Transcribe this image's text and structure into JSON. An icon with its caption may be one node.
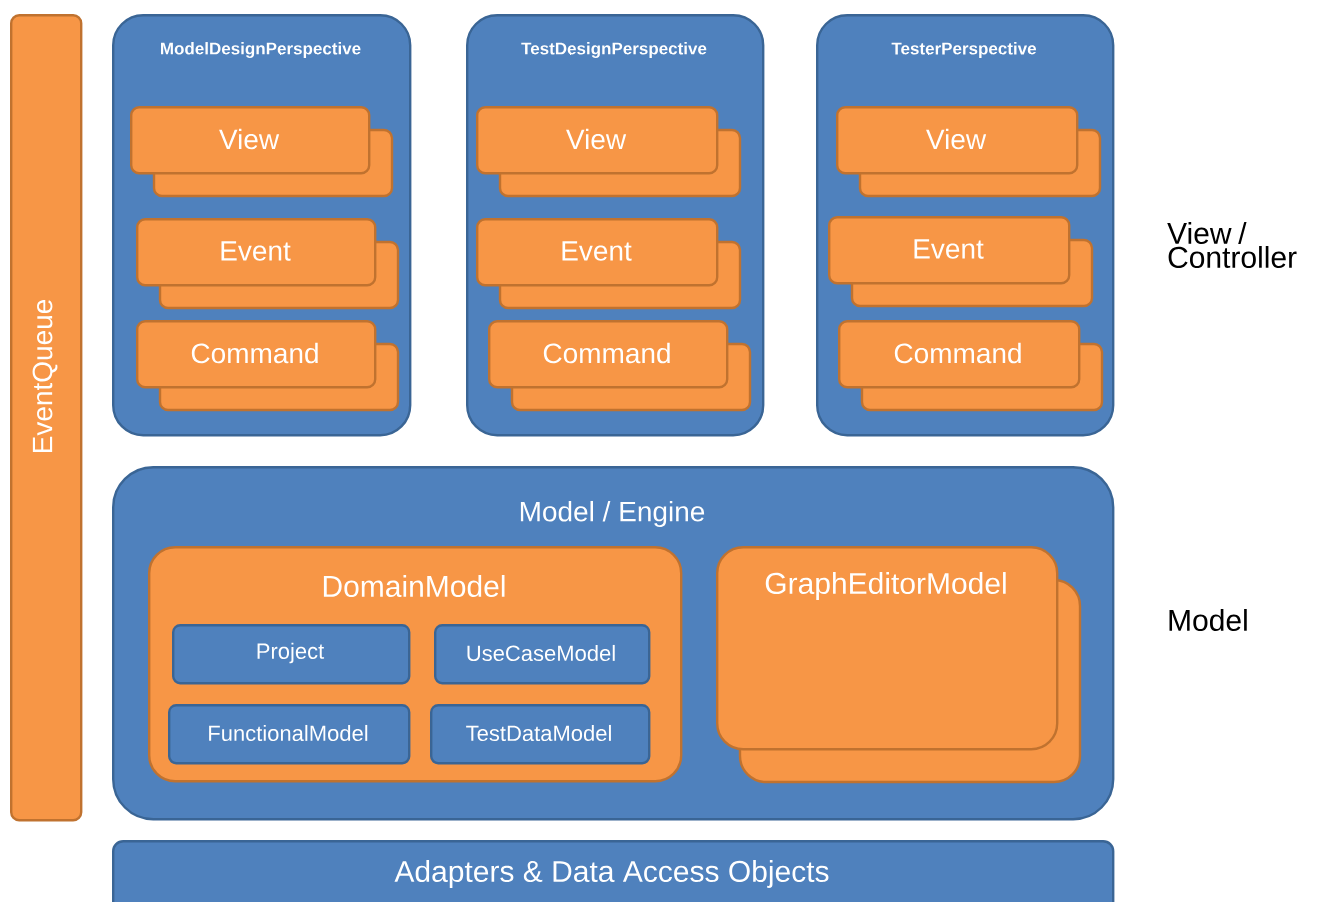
{
  "diagram": {
    "nodes": [
      {
        "text": [
          "EventQueue"
        ]
      },
      {
        "text": [
          "ModelDesignPerspective"
        ]
      },
      {
        "text": [
          "View"
        ],
        "in": 1
      },
      {
        "text": [
          "Event"
        ],
        "in": 1
      },
      {
        "text": [
          "Command"
        ],
        "in": 1
      },
      {
        "text": [
          "TestDesignPerspective"
        ]
      },
      {
        "text": [
          "View"
        ],
        "in": 5
      },
      {
        "text": [
          "Event"
        ],
        "in": 5
      },
      {
        "text": [
          "Command"
        ],
        "in": 5
      },
      {
        "text": [
          "TesterPerspective"
        ]
      },
      {
        "text": [
          "View"
        ],
        "in": 9
      },
      {
        "text": [
          "Event"
        ],
        "in": 9
      },
      {
        "text": [
          "Command"
        ],
        "in": 9
      },
      {
        "text": [
          "Model / Engine"
        ]
      },
      {
        "text": [
          "DomainModel"
        ],
        "in": 13
      },
      {
        "text": [
          "Project"
        ],
        "in": 14
      },
      {
        "text": [
          "UseCaseModel"
        ],
        "in": 14
      },
      {
        "text": [
          "FunctionalModel"
        ],
        "in": 14
      },
      {
        "text": [
          "TestDataModel"
        ],
        "in": 14
      },
      {
        "text": [
          "GraphEditorModel"
        ],
        "in": 13
      },
      {
        "text": [
          "Adapters & Data Access Objects"
        ]
      }
    ],
    "labels": [
      "View / Controller",
      "Model"
    ]
  }
}
